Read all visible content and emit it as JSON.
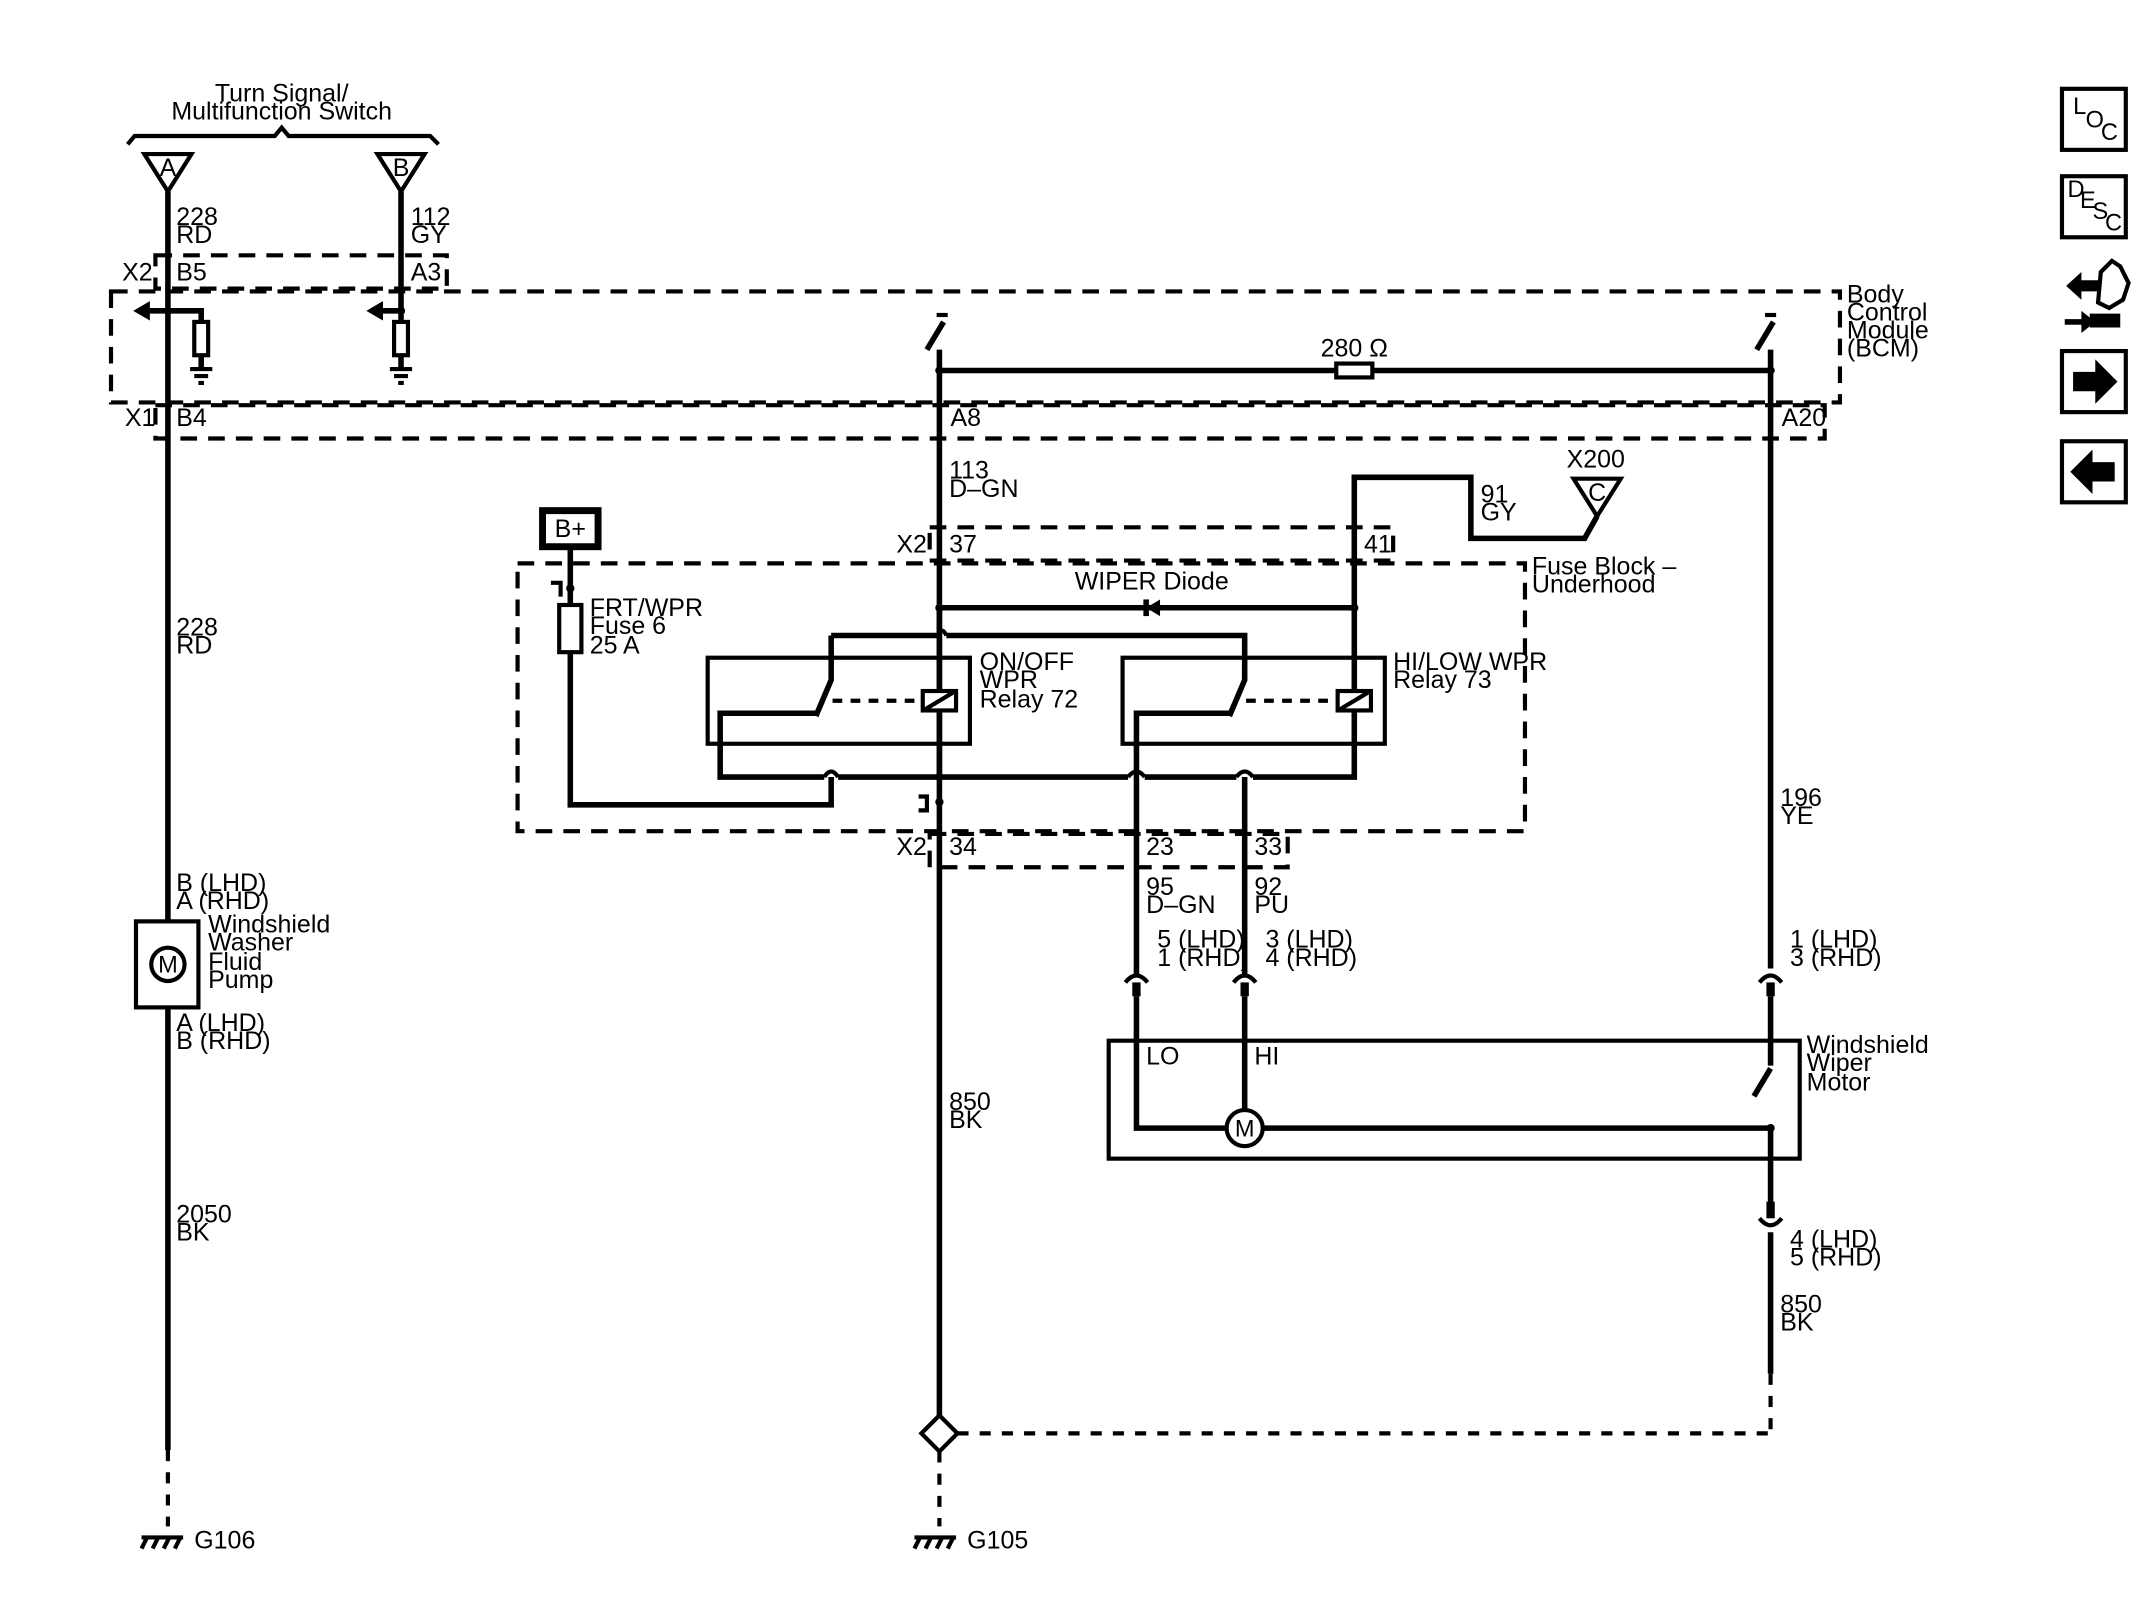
{
  "switch": {
    "name_line1": "Turn Signal/",
    "name_line2": "Multifunction Switch",
    "pin_a": "A",
    "pin_b": "B"
  },
  "wires": {
    "w228_num": "228",
    "w228_col": "RD",
    "w112_num": "112",
    "w112_col": "GY",
    "w113_num": "113",
    "w113_col": "D–GN",
    "w91_num": "91",
    "w91_col": "GY",
    "w228b_num": "228",
    "w228b_col": "RD",
    "w196_num": "196",
    "w196_col": "YE",
    "w95_num": "95",
    "w95_col": "D–GN",
    "w92_num": "92",
    "w92_col": "PU",
    "w850a_num": "850",
    "w850a_col": "BK",
    "w850b_num": "850",
    "w850b_col": "BK",
    "w2050_num": "2050",
    "w2050_col": "BK"
  },
  "connectors": {
    "bcm_x2": "X2",
    "bcm_x2_b5": "B5",
    "bcm_x2_a3": "A3",
    "bcm_x1": "X1",
    "bcm_x1_b4": "B4",
    "bcm_x1_a8": "A8",
    "bcm_x1_a20": "A20",
    "fb_x2_top": "X2",
    "fb_37": "37",
    "fb_41": "41",
    "fb_x2_bot": "X2",
    "fb_34": "34",
    "fb_23": "23",
    "fb_33": "33",
    "x200": "X200",
    "x200_pin": "C"
  },
  "bcm": {
    "line1": "Body",
    "line2": "Control",
    "line3": "Module",
    "line4": "(BCM)",
    "resistor": "280 Ω"
  },
  "fuse_block": {
    "line1": "Fuse Block –",
    "line2": "Underhood",
    "battery": "B+",
    "fuse_line1": "FRT/WPR",
    "fuse_line2": "Fuse 6",
    "fuse_line3": "25 A",
    "diode": "WIPER Diode",
    "relay1_line1": "ON/OFF",
    "relay1_line2": "WPR",
    "relay1_line3": "Relay 72",
    "relay2_line1": "HI/LOW WPR",
    "relay2_line2": "Relay 73"
  },
  "pump": {
    "pin_top1": "B (LHD)",
    "pin_top2": "A (RHD)",
    "name1": "Windshield",
    "name2": "Washer",
    "name3": "Fluid",
    "name4": "Pump",
    "pin_bot1": "A (LHD)",
    "pin_bot2": "B (RHD)",
    "motor_symbol": "M"
  },
  "wiper_motor": {
    "name1": "Windshield",
    "name2": "Wiper",
    "name3": "Motor",
    "lo": "LO",
    "hi": "HI",
    "motor_symbol": "M",
    "pin_lo1": "5 (LHD)",
    "pin_lo2": "1 (RHD)",
    "pin_hi1": "3 (LHD)",
    "pin_hi2": "4 (RHD)",
    "pin_park1": "1 (LHD)",
    "pin_park2": "3 (RHD)",
    "pin_gnd1": "4 (LHD)",
    "pin_gnd2": "5 (RHD)"
  },
  "grounds": {
    "g106": "G106",
    "g105": "G105"
  },
  "nav": {
    "loc_l": "L",
    "loc_o": "O",
    "loc_c": "C",
    "desc_d": "D",
    "desc_e": "E",
    "desc_s": "S",
    "desc_c": "C",
    "icons": [
      "location-icon",
      "description-icon",
      "connector-icon",
      "next-arrow-icon",
      "previous-arrow-icon"
    ]
  }
}
